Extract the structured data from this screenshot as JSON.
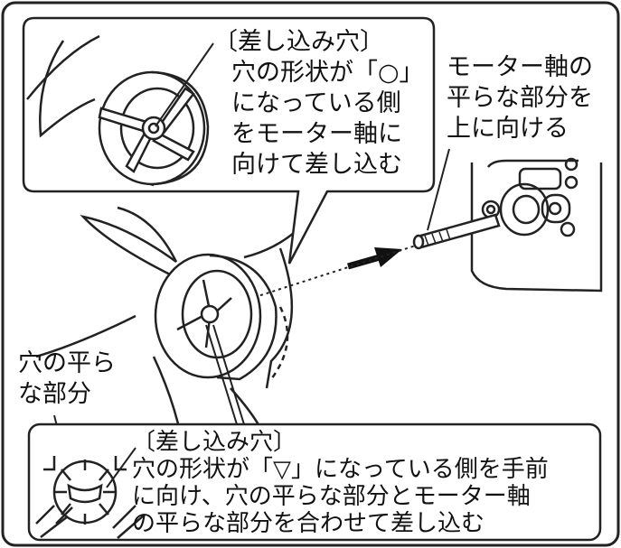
{
  "callout_top": {
    "heading": "〔差し込み穴〕",
    "lines": [
      "穴の形状が「○」",
      "になっている側",
      "をモーター軸に",
      "向けて差し込む"
    ]
  },
  "callout_right": {
    "lines": [
      "モーター軸の",
      "平らな部分を",
      "上に向ける"
    ]
  },
  "label_flat": {
    "lines": [
      "穴の平ら",
      "な部分"
    ]
  },
  "callout_bottom": {
    "heading": "〔差し込み穴〕",
    "lines": [
      "穴の形状が「▽」になっている側を手前",
      "に向け、穴の平らな部分とモーター軸",
      "の平らな部分を合わせて差し込む"
    ]
  }
}
